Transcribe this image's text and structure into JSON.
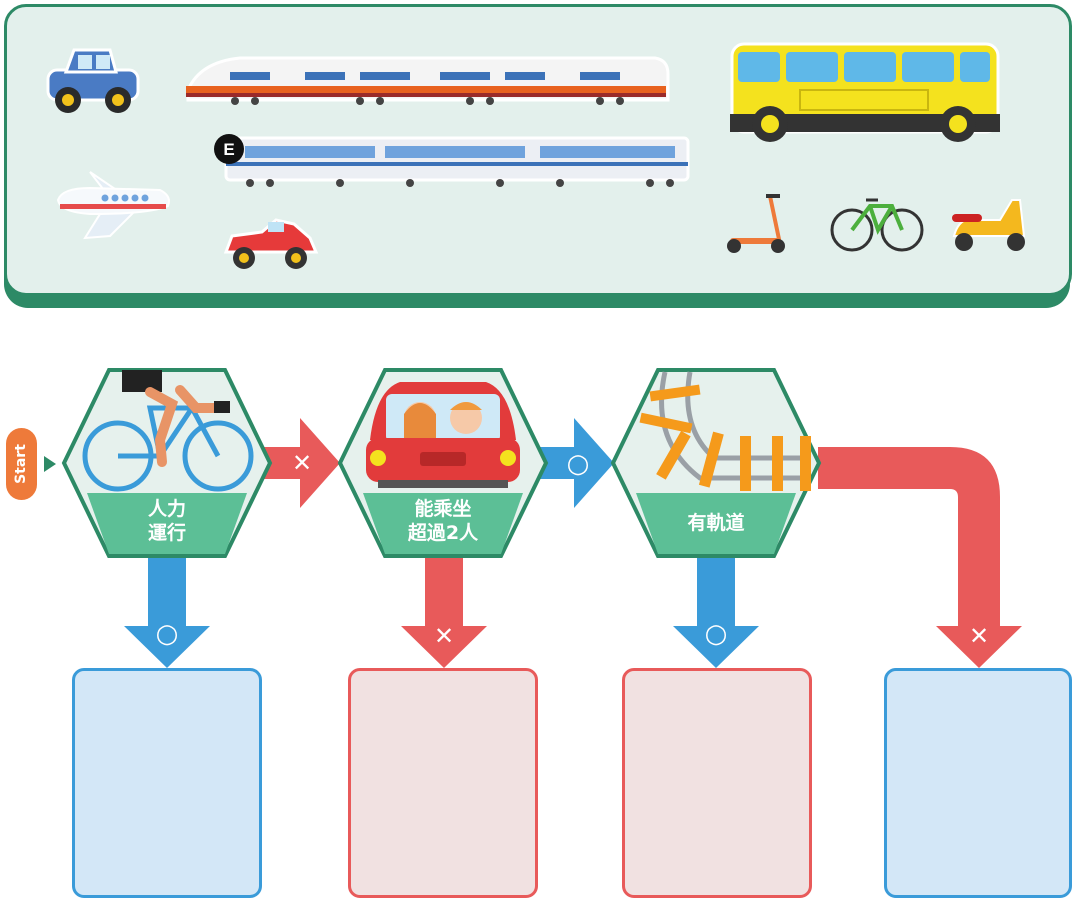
{
  "start": {
    "label": "Start"
  },
  "vehicles": {
    "items": [
      "jeep",
      "high-speed-train",
      "bus",
      "airplane",
      "metro-train",
      "sports-car",
      "kick-scooter",
      "bicycle",
      "motor-scooter"
    ],
    "metro_badge": "E"
  },
  "flow": {
    "nodes": [
      {
        "id": "human-powered",
        "label": "人力\n運行",
        "picture": "cyclist"
      },
      {
        "id": "seats-over-two",
        "label": "能乘坐\n超過2人",
        "picture": "car-with-passengers"
      },
      {
        "id": "has-rails",
        "label": "有軌道",
        "picture": "railway-track"
      }
    ],
    "yes_symbol": "○",
    "no_symbol": "✕",
    "results": [
      {
        "id": "result-1",
        "kind": "yes"
      },
      {
        "id": "result-2",
        "kind": "no"
      },
      {
        "id": "result-3",
        "kind": "yes"
      },
      {
        "id": "result-4",
        "kind": "no"
      }
    ]
  },
  "colors": {
    "teal": "#2d8a66",
    "green": "#5cbf96",
    "blue": "#3a9bd9",
    "red": "#e85a5a",
    "orange": "#ee7a3a"
  }
}
